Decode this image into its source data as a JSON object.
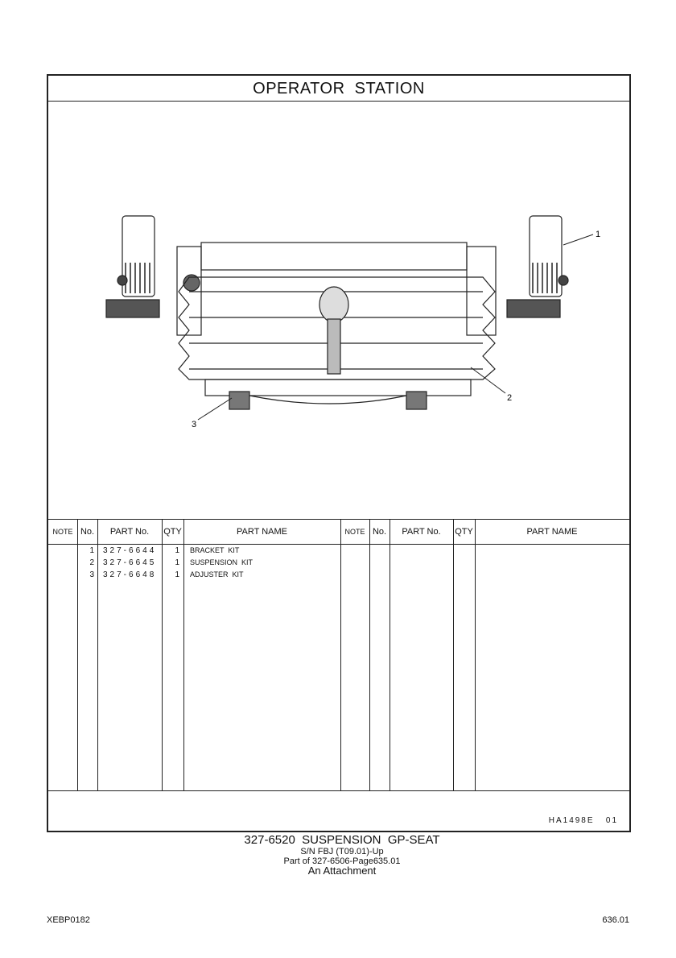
{
  "title": "OPERATOR  STATION",
  "callouts": [
    "1",
    "2",
    "3"
  ],
  "table": {
    "headers": [
      "NOTE",
      "No.",
      "PART No.",
      "QTY",
      "PART NAME"
    ],
    "rows": [
      {
        "no": "1",
        "part_no": "327-6644",
        "qty": "1",
        "name": "BRACKET  KIT"
      },
      {
        "no": "2",
        "part_no": "327-6645",
        "qty": "1",
        "name": "SUSPENSION  KIT"
      },
      {
        "no": "3",
        "part_no": "327-6648",
        "qty": "1",
        "name": "ADJUSTER  KIT"
      }
    ]
  },
  "illustration_code": "HA1498E   01",
  "caption": {
    "main": "327-6520  SUSPENSION  GP-SEAT",
    "serial": "S/N FBJ (T09.01)-Up",
    "part_of": "Part of 327-6506-Page635.01",
    "attachment": "An Attachment"
  },
  "footer": {
    "doc_id": "XEBP0182",
    "page": "636.01"
  }
}
